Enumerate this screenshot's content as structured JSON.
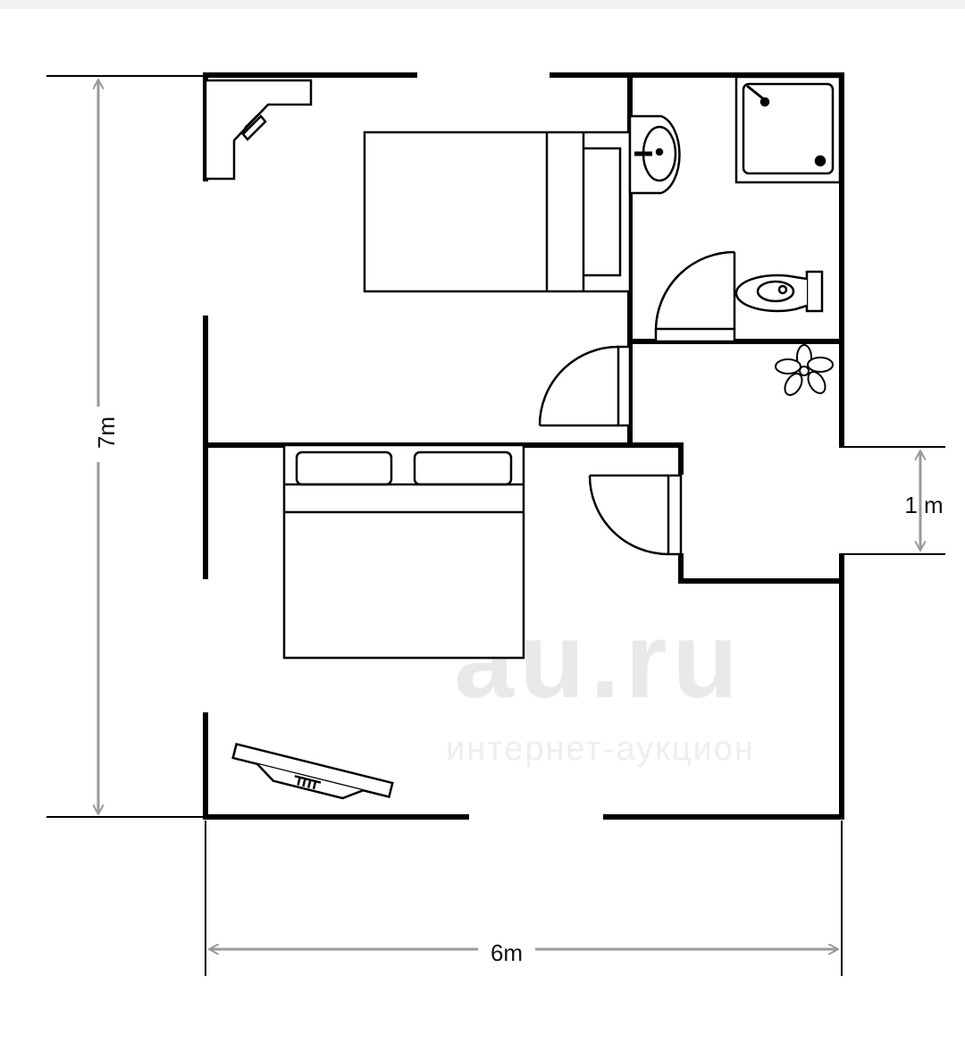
{
  "dimensions": {
    "height_label": "7m",
    "width_label": "6m",
    "entrance_label": "1 m"
  },
  "watermark": {
    "main": "au.ru",
    "sub": "интернет-аукцион"
  },
  "colors": {
    "wall": "#000000",
    "dimension_line": "#9a9a9a",
    "background": "#ffffff"
  },
  "fixtures": [
    "corner-desk",
    "single-bed",
    "sink",
    "shower",
    "toilet",
    "plant",
    "double-bed",
    "tv-stand"
  ]
}
